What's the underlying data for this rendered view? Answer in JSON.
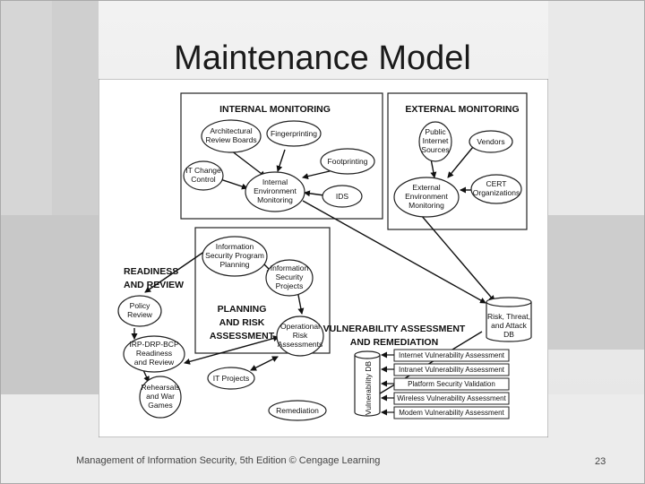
{
  "slide": {
    "title": "Maintenance Model",
    "footer": "Management of Information Security, 5th Edition © Cengage Learning",
    "page_number": "23"
  },
  "diagram": {
    "internal_header": "INTERNAL MONITORING",
    "external_header": "EXTERNAL MONITORING",
    "readiness_header": [
      "READINESS",
      "AND REVIEW"
    ],
    "planning_header": [
      "PLANNING",
      "AND RISK",
      "ASSESSMENT"
    ],
    "vuln_header": [
      "VULNERABILITY ASSESSMENT",
      "AND REMEDIATION"
    ],
    "nodes": {
      "arch_review": [
        "Architectural",
        "Review Boards"
      ],
      "fingerprinting": [
        "Fingerprinting"
      ],
      "footprinting": [
        "Footprinting"
      ],
      "it_change": [
        "IT Change",
        "Control"
      ],
      "internal_env": [
        "Internal",
        "Environment",
        "Monitoring"
      ],
      "ids": [
        "IDS"
      ],
      "public_sources": [
        "Public",
        "Internet",
        "Sources"
      ],
      "vendors": [
        "Vendors"
      ],
      "cert": [
        "CERT",
        "Organizations"
      ],
      "external_env": [
        "External",
        "Environment",
        "Monitoring"
      ],
      "infosec_planning": [
        "Information",
        "Security Program",
        "Planning"
      ],
      "infosec_projects": [
        "Information",
        "Security",
        "Projects"
      ],
      "operational_risk": [
        "Operational",
        "Risk",
        "Assessments"
      ],
      "policy_review": [
        "Policy",
        "Review"
      ],
      "irp_drp": [
        "IRP-DRP-BCP",
        "Readiness",
        "and Review"
      ],
      "rehearsals": [
        "Rehearsals",
        "and War",
        "Games"
      ],
      "it_projects": [
        "IT Projects"
      ],
      "remediation": [
        "Remediation"
      ]
    },
    "risk_db": [
      "Risk, Threat,",
      "and Attack",
      "DB"
    ],
    "vuln_db": "Vulnerability DB",
    "assessments": [
      "Internet Vulnerability Assessment",
      "Intranet Vulnerability Assessment",
      "Platform Security Validation",
      "Wireless Vulnerability Assessment",
      "Modem Vulnerability Assessment"
    ]
  }
}
